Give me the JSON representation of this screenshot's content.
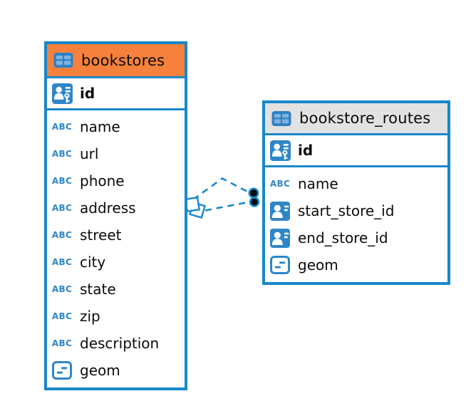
{
  "app": {
    "view": "er-diagram",
    "background": "#ffffff"
  },
  "colors": {
    "accent_blue": "#1787CB",
    "icon_blue": "#2E86C8",
    "icon_blue_light": "#7FB2DC",
    "bookstores_header": "#F6813C",
    "routes_header": "#E2E2E2",
    "text": "#0b0b0b",
    "endpoint_dot": "#0a0a0a"
  },
  "icons": {
    "text_label": "ABC",
    "table_icon": "table-grid",
    "primary_key_icon": "person-with-key",
    "reference_icon": "person-card",
    "geometry_icon": "box-with-dashes"
  },
  "tables": [
    {
      "name": "bookstores",
      "header_color": "#F6813C",
      "columns": [
        {
          "name": "id",
          "type": "primary-key"
        },
        {
          "name": "name",
          "type": "text"
        },
        {
          "name": "url",
          "type": "text"
        },
        {
          "name": "phone",
          "type": "text"
        },
        {
          "name": "address",
          "type": "text"
        },
        {
          "name": "street",
          "type": "text"
        },
        {
          "name": "city",
          "type": "text"
        },
        {
          "name": "state",
          "type": "text"
        },
        {
          "name": "zip",
          "type": "text"
        },
        {
          "name": "description",
          "type": "text"
        },
        {
          "name": "geom",
          "type": "geometry"
        }
      ]
    },
    {
      "name": "bookstore_routes",
      "header_color": "#E2E2E2",
      "columns": [
        {
          "name": "id",
          "type": "primary-key"
        },
        {
          "name": "name",
          "type": "text"
        },
        {
          "name": "start_store_id",
          "type": "reference"
        },
        {
          "name": "end_store_id",
          "type": "reference"
        },
        {
          "name": "geom",
          "type": "geometry"
        }
      ]
    }
  ],
  "relationships": [
    {
      "between": [
        "bookstores",
        "bookstore_routes"
      ],
      "style": "dashed",
      "source_marker": "diamond",
      "target_marker": "dot"
    },
    {
      "between": [
        "bookstores",
        "bookstore_routes"
      ],
      "style": "dashed",
      "source_marker": "diamond",
      "target_marker": "dot"
    }
  ]
}
